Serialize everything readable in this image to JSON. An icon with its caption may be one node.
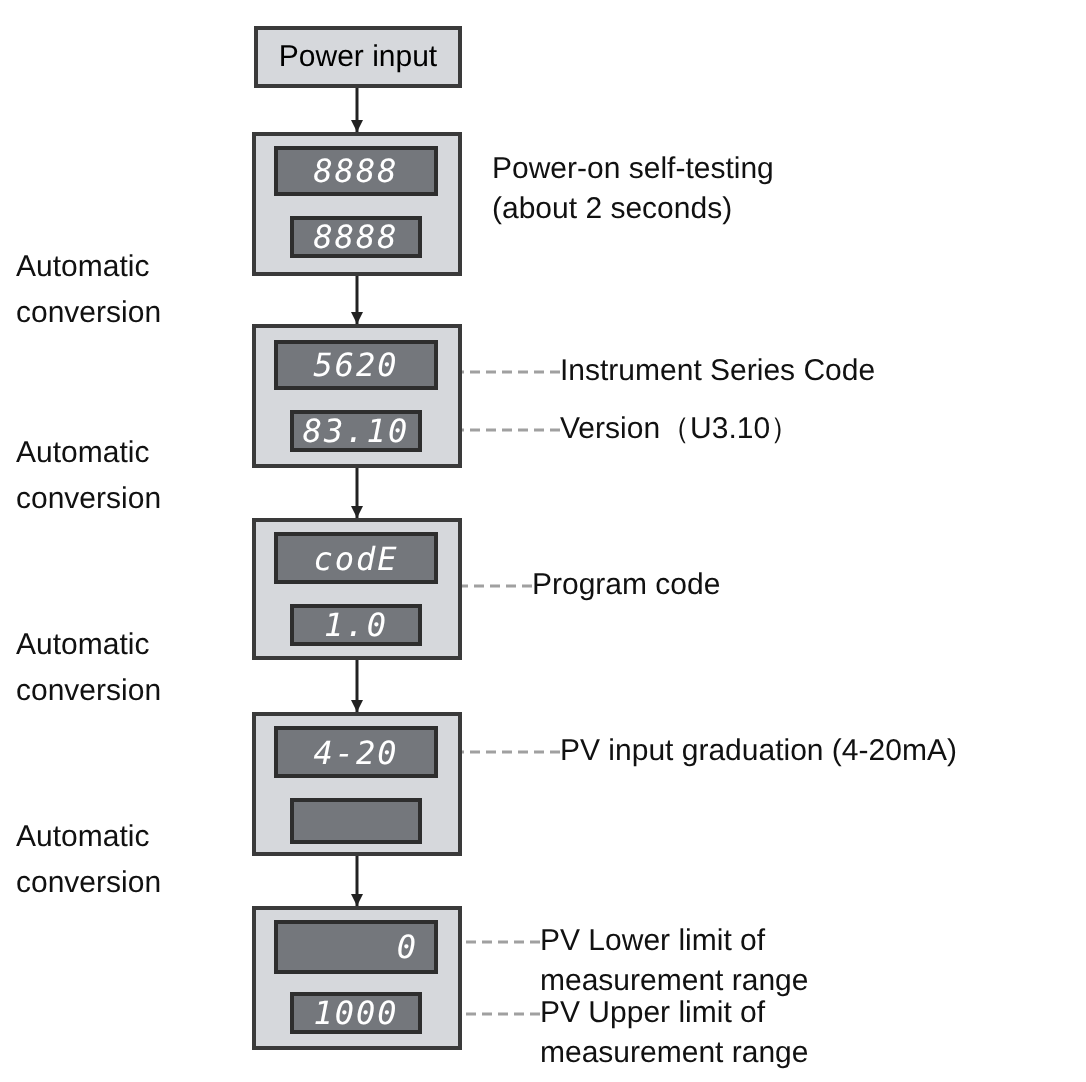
{
  "diagram": {
    "nodes": [
      {
        "text": [
          "Power input"
        ]
      },
      {
        "text": [],
        "shape": "box",
        "beside": [
          "Power-on self-testing (about 2 seconds)"
        ]
      },
      {
        "text": [
          "8888"
        ],
        "in": 1
      },
      {
        "text": [
          "8888"
        ],
        "in": 1
      },
      {
        "text": [],
        "shape": "box"
      },
      {
        "text": [
          "5620"
        ],
        "in": 4
      },
      {
        "text": [
          "83.10"
        ],
        "in": 4
      },
      {
        "text": [
          "Instrument Series Code"
        ]
      },
      {
        "text": [
          "Version（U3.10）"
        ]
      },
      {
        "text": [],
        "shape": "box"
      },
      {
        "text": [
          "codE"
        ],
        "in": 9
      },
      {
        "text": [
          "1.0"
        ],
        "in": 9
      },
      {
        "text": [
          "Program code"
        ]
      },
      {
        "text": [],
        "shape": "box"
      },
      {
        "text": [
          "4-20"
        ],
        "in": 13
      },
      {
        "text": [],
        "shape": "box",
        "in": 13
      },
      {
        "text": [
          "PV input graduation (4-20mA)"
        ]
      },
      {
        "text": [],
        "shape": "box"
      },
      {
        "text": [
          "0"
        ],
        "in": 17
      },
      {
        "text": [
          "1000"
        ],
        "in": 17
      },
      {
        "text": [
          "PV Lower limit of measurement range"
        ]
      },
      {
        "text": [
          "PV Upper limit of measurement range"
        ]
      }
    ],
    "edges": [
      {
        "from": 0,
        "to": 1,
        "arrow": "to",
        "color": "#222222"
      },
      {
        "from": 1,
        "to": 4,
        "arrow": "to",
        "color": "#222222"
      },
      {
        "from": 4,
        "to": 9,
        "arrow": "to",
        "color": "#222222"
      },
      {
        "from": 9,
        "to": 13,
        "arrow": "to",
        "color": "#222222"
      },
      {
        "from": 13,
        "to": 17,
        "arrow": "to",
        "color": "#222222"
      },
      {
        "from": 7,
        "to": 5,
        "arrow": "none",
        "style": "dashed"
      },
      {
        "from": 8,
        "to": 6,
        "arrow": "none",
        "style": "dashed"
      },
      {
        "from": 12,
        "to": 9,
        "arrow": "none",
        "style": "dashed"
      },
      {
        "from": 16,
        "to": 14,
        "arrow": "none",
        "style": "dashed"
      },
      {
        "from": 20,
        "to": 18,
        "arrow": "none",
        "style": "dashed"
      },
      {
        "from": 21,
        "to": 19,
        "arrow": "none",
        "style": "dashed"
      }
    ],
    "labels": [
      "Automatic conversion",
      "Automatic conversion",
      "Automatic conversion",
      "Automatic conversion"
    ]
  }
}
